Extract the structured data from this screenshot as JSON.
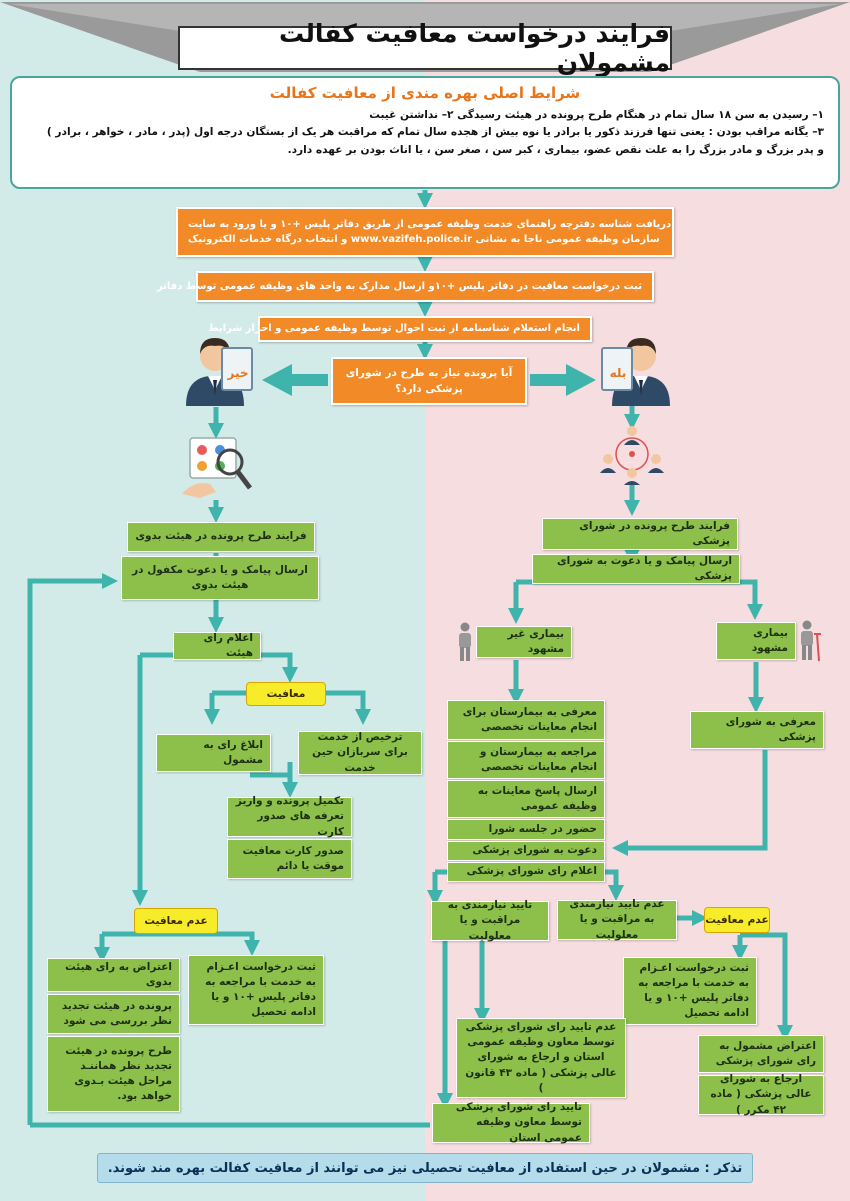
{
  "title": "فرایند درخواست معافیت کفالت مشمولان",
  "conditions": {
    "heading": "شرایط اصلی بهره مندی از معافیت کفالت",
    "line1": "۱– رسیدن به سن ۱۸ سال تمام در هنگام طرح پرونده در هیئت رسیدگی    ۲– نداشتن غیبت",
    "line2": "۳– یگانه مراقب بودن : یعنی تنها فرزند ذکور یا برادر یا نوه بیش از هجده سال تمام که مراقبت هر یک از بستگان درجه اول (پدر ، مادر ، خواهر ، برادر )",
    "line3": "و پدر بزرگ و مادر بزرگ را به علت نقص عضو، بیماری ، کبر سن ، صغر سن ، یا اناث بودن بر عهده دارد."
  },
  "steps": {
    "s1a": "دریافت شناسه دفترچه راهنمای خدمت وظیفه عمومی  از طریق دفاتر پلیس +۱۰ و یا ورود به سایت",
    "s1b": "سازمان وظیفه عمومی ناجا به نشانی www.vazifeh.police.ir و انتخاب درگاه خدمات الکترونیک",
    "s2": "ثبت درخواست معافیت در دفاتر پلیس +۱۰و ارسال مدارک به واحد های وظیفه عمومی توسط دفاتر",
    "s3": "انجام استعلام شناسنامه از ثبت احوال توسط وظیفه عمومی و احراز شرایط",
    "question": "آیا پرونده نیاز به طرح در شورای پزشکی دارد؟"
  },
  "yes_label": "بله",
  "no_label": "خیر",
  "left": {
    "board_process": "فرایند طرح پرونده در هیئت بدوی",
    "sms_invite": "ارسال پیامک و یا دعوت مکفول در هیئت بدوی",
    "vote": "اعلام رای هیئت",
    "exempt": "معافیت",
    "notify": "ابلاغ رای به مشمول",
    "discharge": "ترخیص از خدمت برای سربازان حین خدمت",
    "complete": "تکمیل پرونده و واریز تعرفه های صدور کارت",
    "card": "صدور کارت معافیت موقت یا دائم",
    "not_exempt": "عدم معافیت",
    "dispatch": "ثبت درخواست اعـزام به خدمت با مراجعه به دفاتر پلیس +۱۰ و یا ادامه تحصیل",
    "objection": "اعتراض به رای هیئت بدوی",
    "review": "پرونده در هیئت تجدید نظر بررسی می شود",
    "review2": "طرح پرونده در هیئت تجدید نظر هماننـد مراحل هیئت بـدوی خواهد بود."
  },
  "right": {
    "council_process": "فرایند طرح پرونده در شورای پزشکی",
    "sms_council": "ارسال پیامک و یا دعوت به شورای پزشکی",
    "not_visible": "بیماری غیر مشهود",
    "visible": "بیماری مشهود",
    "hospital": "معرفی به بیمارستان برای انجام معاینات تخصصی",
    "refer_hospital": "مراجعه به بیمارستان و انجام معاینات تخصصی",
    "send_results": "ارسال پاسخ معاینات به وظیفه عمومی",
    "attend": "حضور در جلسه شورا",
    "invite_council": "دعوت به شورای پزشکی",
    "council_vote": "اعلام رای شورای پزشکی",
    "refer_council": "معرفی به شورای پزشکی",
    "confirm": "تایید نیازمندی به مراقبت و یا معلولیت",
    "not_confirm": "عدم تایید نیازمندی به مراقبت و یا معلولیت",
    "not_exempt": "عدم معافیت",
    "dispatch": "ثبت درخواست اعـزام به خدمت با مراجعه به دفاتر پلیس +۱۰ و یا ادامه تحصیل",
    "objection": "اعتراض مشمول به رای شورای پزشکی",
    "high_council": "ارجاع به شورای عالی پزشکی ( ماده ۴۲ مکرر )",
    "deputy": "عدم تایید رای شورای پزشکی توسط معاون وظیفه عمومی استان و ارجاع به شورای عالی پزشکی ( ماده ۴۳ قانون )",
    "deputy_confirm": "تایید رای شورای پزشکی توسط معاون وظیفه عمومی استان"
  },
  "footer": "تذکر : مشمولان در حین استفاده از معافیت تحصیلی نیز می توانند از معافیت کفالت بهره مند شوند.",
  "colors": {
    "green": "#8cc04b",
    "orange": "#f28a28",
    "teal": "#3fb4ac",
    "yellow": "#f7ec2a",
    "left_bg": "#d3ebe8",
    "right_bg": "#f6dde0"
  },
  "icons": [
    "user-with-no-sign-icon",
    "user-with-yes-sign-icon",
    "magnifier-profiles-icon",
    "network-people-icon",
    "standing-person-icon",
    "person-with-crutch-icon"
  ]
}
